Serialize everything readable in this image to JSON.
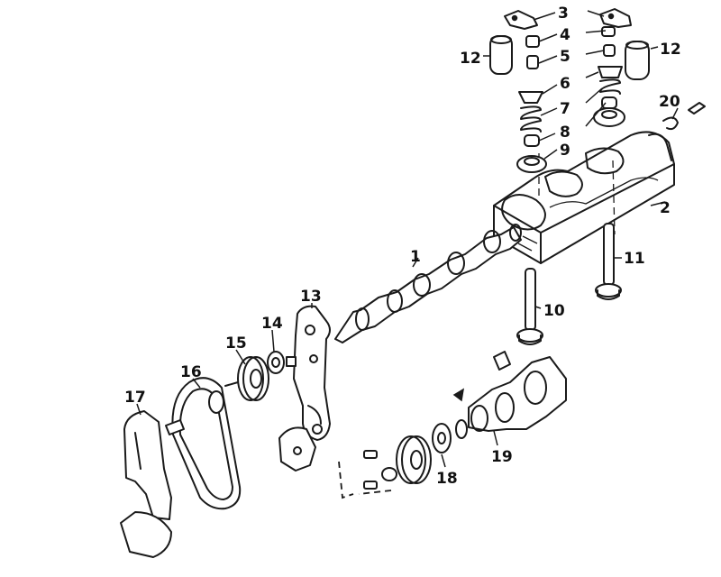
{
  "callouts": [
    {
      "id": "1",
      "text": "1"
    },
    {
      "id": "2",
      "text": "2"
    },
    {
      "id": "3",
      "text": "3"
    },
    {
      "id": "4",
      "text": "4"
    },
    {
      "id": "5",
      "text": "5"
    },
    {
      "id": "6",
      "text": "6"
    },
    {
      "id": "7",
      "text": "7"
    },
    {
      "id": "8",
      "text": "8"
    },
    {
      "id": "9",
      "text": "9"
    },
    {
      "id": "10",
      "text": "10"
    },
    {
      "id": "11",
      "text": "11"
    },
    {
      "id": "12a",
      "text": "12"
    },
    {
      "id": "12b",
      "text": "12"
    },
    {
      "id": "13",
      "text": "13"
    },
    {
      "id": "14",
      "text": "14"
    },
    {
      "id": "15",
      "text": "15"
    },
    {
      "id": "16",
      "text": "16"
    },
    {
      "id": "17",
      "text": "17"
    },
    {
      "id": "18",
      "text": "18"
    },
    {
      "id": "19",
      "text": "19"
    },
    {
      "id": "20",
      "text": "20"
    }
  ]
}
